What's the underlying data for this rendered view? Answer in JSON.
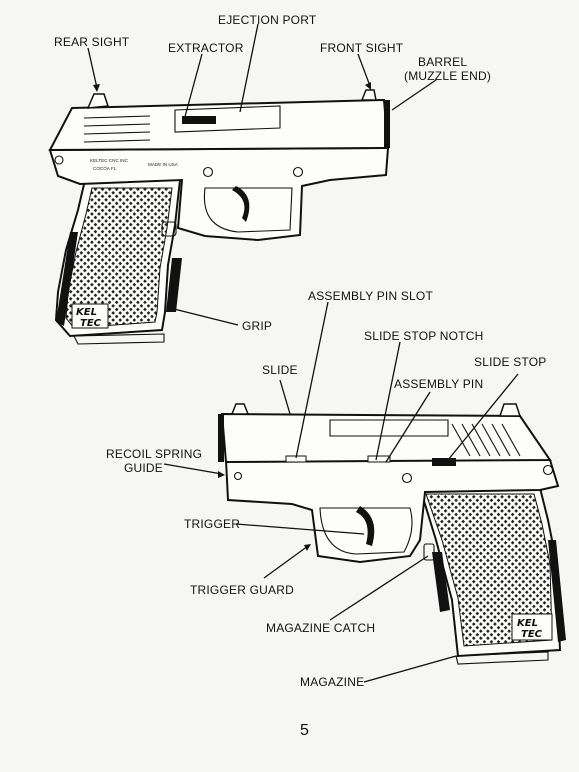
{
  "labels": {
    "ejection_port": "EJECTION PORT",
    "rear_sight": "REAR SIGHT",
    "extractor": "EXTRACTOR",
    "front_sight": "FRONT SIGHT",
    "barrel_1": "BARREL",
    "barrel_2": "(MUZZLE END)",
    "grip": "GRIP",
    "assembly_pin_slot": "ASSEMBLY PIN SLOT",
    "slide_stop_notch": "SLIDE STOP NOTCH",
    "slide": "SLIDE",
    "slide_stop": "SLIDE STOP",
    "assembly_pin": "ASSEMBLY PIN",
    "recoil_spring_guide_1": "RECOIL SPRING",
    "recoil_spring_guide_2": "GUIDE",
    "trigger": "TRIGGER",
    "trigger_guard": "TRIGGER GUARD",
    "magazine_catch": "MAGAZINE CATCH",
    "magazine": "MAGAZINE"
  },
  "frame_markings": {
    "line_1": "KELTEC CNC INC",
    "line_2": "COCOA FL",
    "line_3": "MADE IN USA"
  },
  "page_number": "5"
}
